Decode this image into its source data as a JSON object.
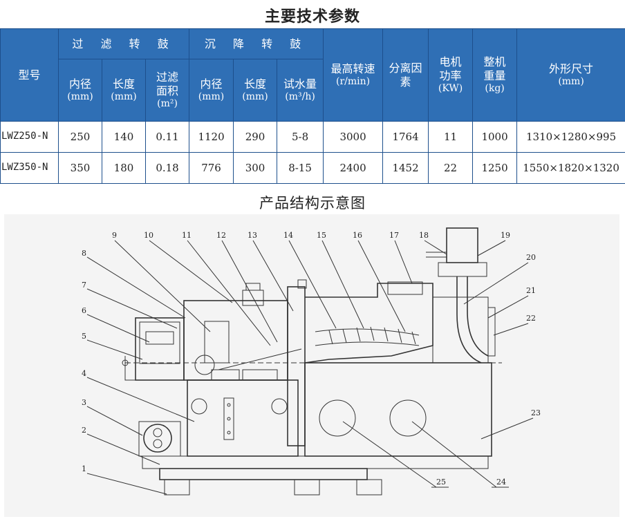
{
  "spec_title": "主要技术参数",
  "diagram_title": "产品结构示意图",
  "table": {
    "h_model": "型号",
    "h_filter_drum": "过 滤 转 鼓",
    "h_settle_drum": "沉 降 转 鼓",
    "h_max_speed": "最高转速",
    "h_max_speed_unit": "(r/min)",
    "h_sep_factor": "分离因素",
    "h_motor": "电机功率",
    "h_motor_unit": "(KW)",
    "h_weight": "整机重量",
    "h_weight_unit": "(kg)",
    "h_dims": "外形尺寸",
    "h_dims_unit": "(mm)",
    "f_inner": "内径",
    "f_inner_unit": "(mm)",
    "f_length": "长度",
    "f_length_unit": "(mm)",
    "f_area": "过滤面积",
    "f_area_unit": "(m²)",
    "s_inner": "内径",
    "s_inner_unit": "(mm)",
    "s_length": "长度",
    "s_length_unit": "(mm)",
    "s_water": "试水量",
    "s_water_unit": "(m³/h)",
    "rows": [
      [
        "LWZ250-N",
        "250",
        "140",
        "0.11",
        "1120",
        "290",
        "5-8",
        "3000",
        "1764",
        "11",
        "1000",
        "1310×1280×995"
      ],
      [
        "LWZ350-N",
        "350",
        "180",
        "0.18",
        "776",
        "300",
        "8-15",
        "2400",
        "1452",
        "22",
        "1250",
        "1550×1820×1320"
      ]
    ]
  },
  "diagram": {
    "labels": [
      "1",
      "2",
      "3",
      "4",
      "5",
      "6",
      "7",
      "8",
      "9",
      "10",
      "11",
      "12",
      "13",
      "14",
      "15",
      "16",
      "17",
      "18",
      "19",
      "20",
      "21",
      "22",
      "23",
      "24",
      "25"
    ]
  }
}
